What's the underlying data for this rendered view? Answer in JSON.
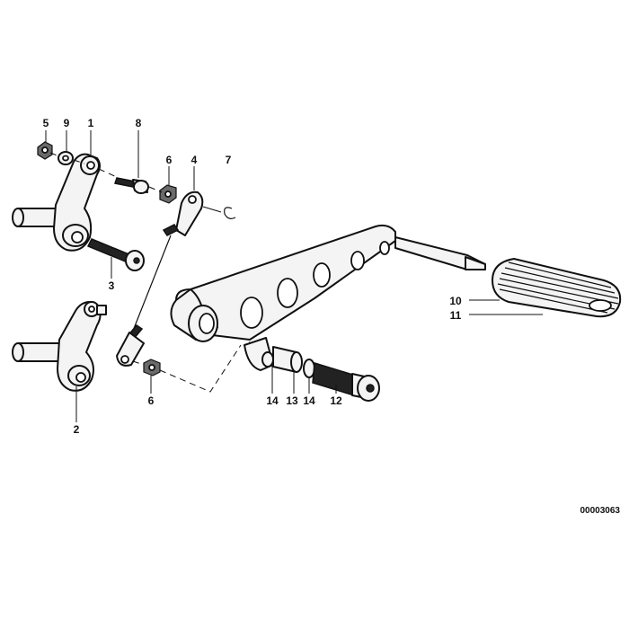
{
  "callouts": {
    "c1": "1",
    "c2": "2",
    "c3": "3",
    "c4": "4",
    "c5": "5",
    "c6a": "6",
    "c6b": "6",
    "c7": "7",
    "c8": "8",
    "c9": "9",
    "c10": "10",
    "c11": "11",
    "c12": "12",
    "c13": "13",
    "c14a": "14",
    "c14b": "14"
  },
  "document_number": "00003063"
}
